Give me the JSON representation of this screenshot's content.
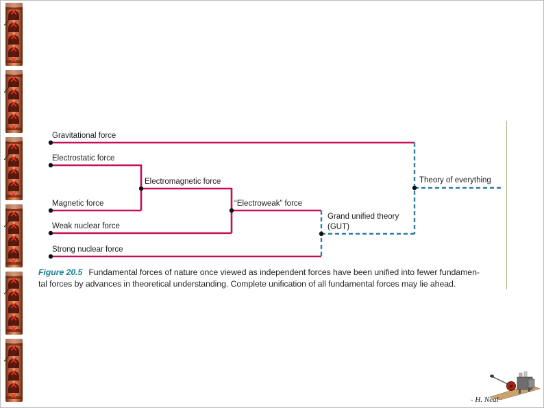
{
  "slide": {
    "background_color": "#ffffff",
    "border_color": "#bcbcbc"
  },
  "diagram": {
    "colors": {
      "solid_line": "#c11057",
      "dashed_line": "#2e7e9e",
      "junction_dot": "#111111",
      "label_text": "#1c1c1c"
    },
    "labels": {
      "gravitational": "Gravitational force",
      "electrostatic": "Electrostatic force",
      "electromagnetic": "Electromagnetic force",
      "magnetic": "Magnetic force",
      "electroweak": "“Electroweak” force",
      "weak": "Weak nuclear force",
      "strong": "Strong nuclear force",
      "gut_line1": "Grand unified theory",
      "gut_line2": "(GUT)",
      "toe": "Theory of everything"
    },
    "merges": [
      "Electrostatic force + Magnetic force -> Electromagnetic force",
      "Electromagnetic force + Weak nuclear force -> “Electroweak” force",
      "“Electroweak” force + Strong nuclear force -> Grand unified theory (GUT) [speculative, dashed]",
      "Gravitational force + Grand unified theory -> Theory of everything [speculative, dashed]"
    ]
  },
  "caption": {
    "figure_label": "Figure 20.5",
    "line1": "Fundamental forces of nature once viewed as independent forces have been unified into fewer fundamen-",
    "line2": "tal forces by advances in theoretical understanding. Complete unification of all fundamental forces may lie ahead.",
    "accent_color": "#1a8290"
  },
  "signature": {
    "text": "- H. Neal"
  },
  "decorations": {
    "left_strip_icon": "copper-machine-column-tile",
    "left_strip_tile_count": 6,
    "stamp_icon": "antique-machine-photo"
  }
}
